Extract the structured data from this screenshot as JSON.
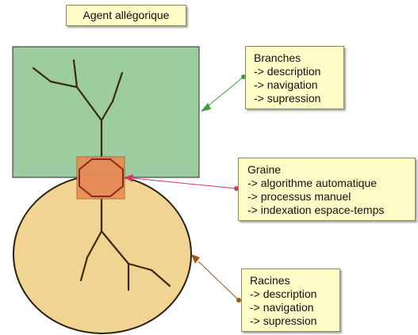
{
  "title": "Agent allégorique",
  "notes": {
    "branches": {
      "heading": "Branches",
      "items": [
        "-> description",
        "-> navigation",
        "-> supression"
      ]
    },
    "graine": {
      "heading": "Graine",
      "items": [
        "-> algorithme automatique",
        "-> processus manuel",
        "-> indexation espace-temps"
      ]
    },
    "racines": {
      "heading": "Racines",
      "items": [
        "-> description",
        "-> navigation",
        "-> supression"
      ]
    }
  },
  "colors": {
    "branches_area": "#9ccc9f",
    "roots_area": "#f0d494",
    "seed": "#e68d4f",
    "note_background": "#fdfbc6",
    "branches_connector": "#3ca03c",
    "graine_connector": "#e0306a",
    "racines_connector": "#a0541c",
    "tree_stroke": "#3a2a10"
  }
}
